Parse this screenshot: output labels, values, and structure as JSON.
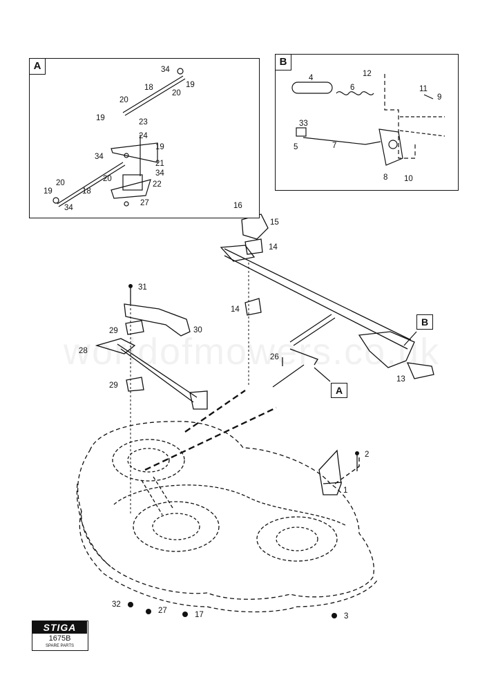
{
  "insets": {
    "a": {
      "tag": "A",
      "labels": [
        "34",
        "18",
        "19",
        "20",
        "20",
        "19",
        "23",
        "24",
        "19",
        "34",
        "21",
        "20",
        "34",
        "18",
        "20",
        "22",
        "19",
        "34",
        "27"
      ]
    },
    "b": {
      "tag": "B",
      "labels": [
        "12",
        "4",
        "6",
        "11",
        "9",
        "33",
        "5",
        "7",
        "8",
        "10"
      ]
    }
  },
  "main_labels": [
    "16",
    "15",
    "14",
    "31",
    "14",
    "30",
    "29",
    "28",
    "26",
    "29",
    "2",
    "1",
    "32",
    "27",
    "17",
    "3",
    "13"
  ],
  "callouts": {
    "a": "A",
    "b": "B"
  },
  "watermark": "worldofmowers.co.uk",
  "logo": {
    "brand": "STIGA",
    "code": "1675B",
    "subtitle": "SPARE PARTS"
  }
}
